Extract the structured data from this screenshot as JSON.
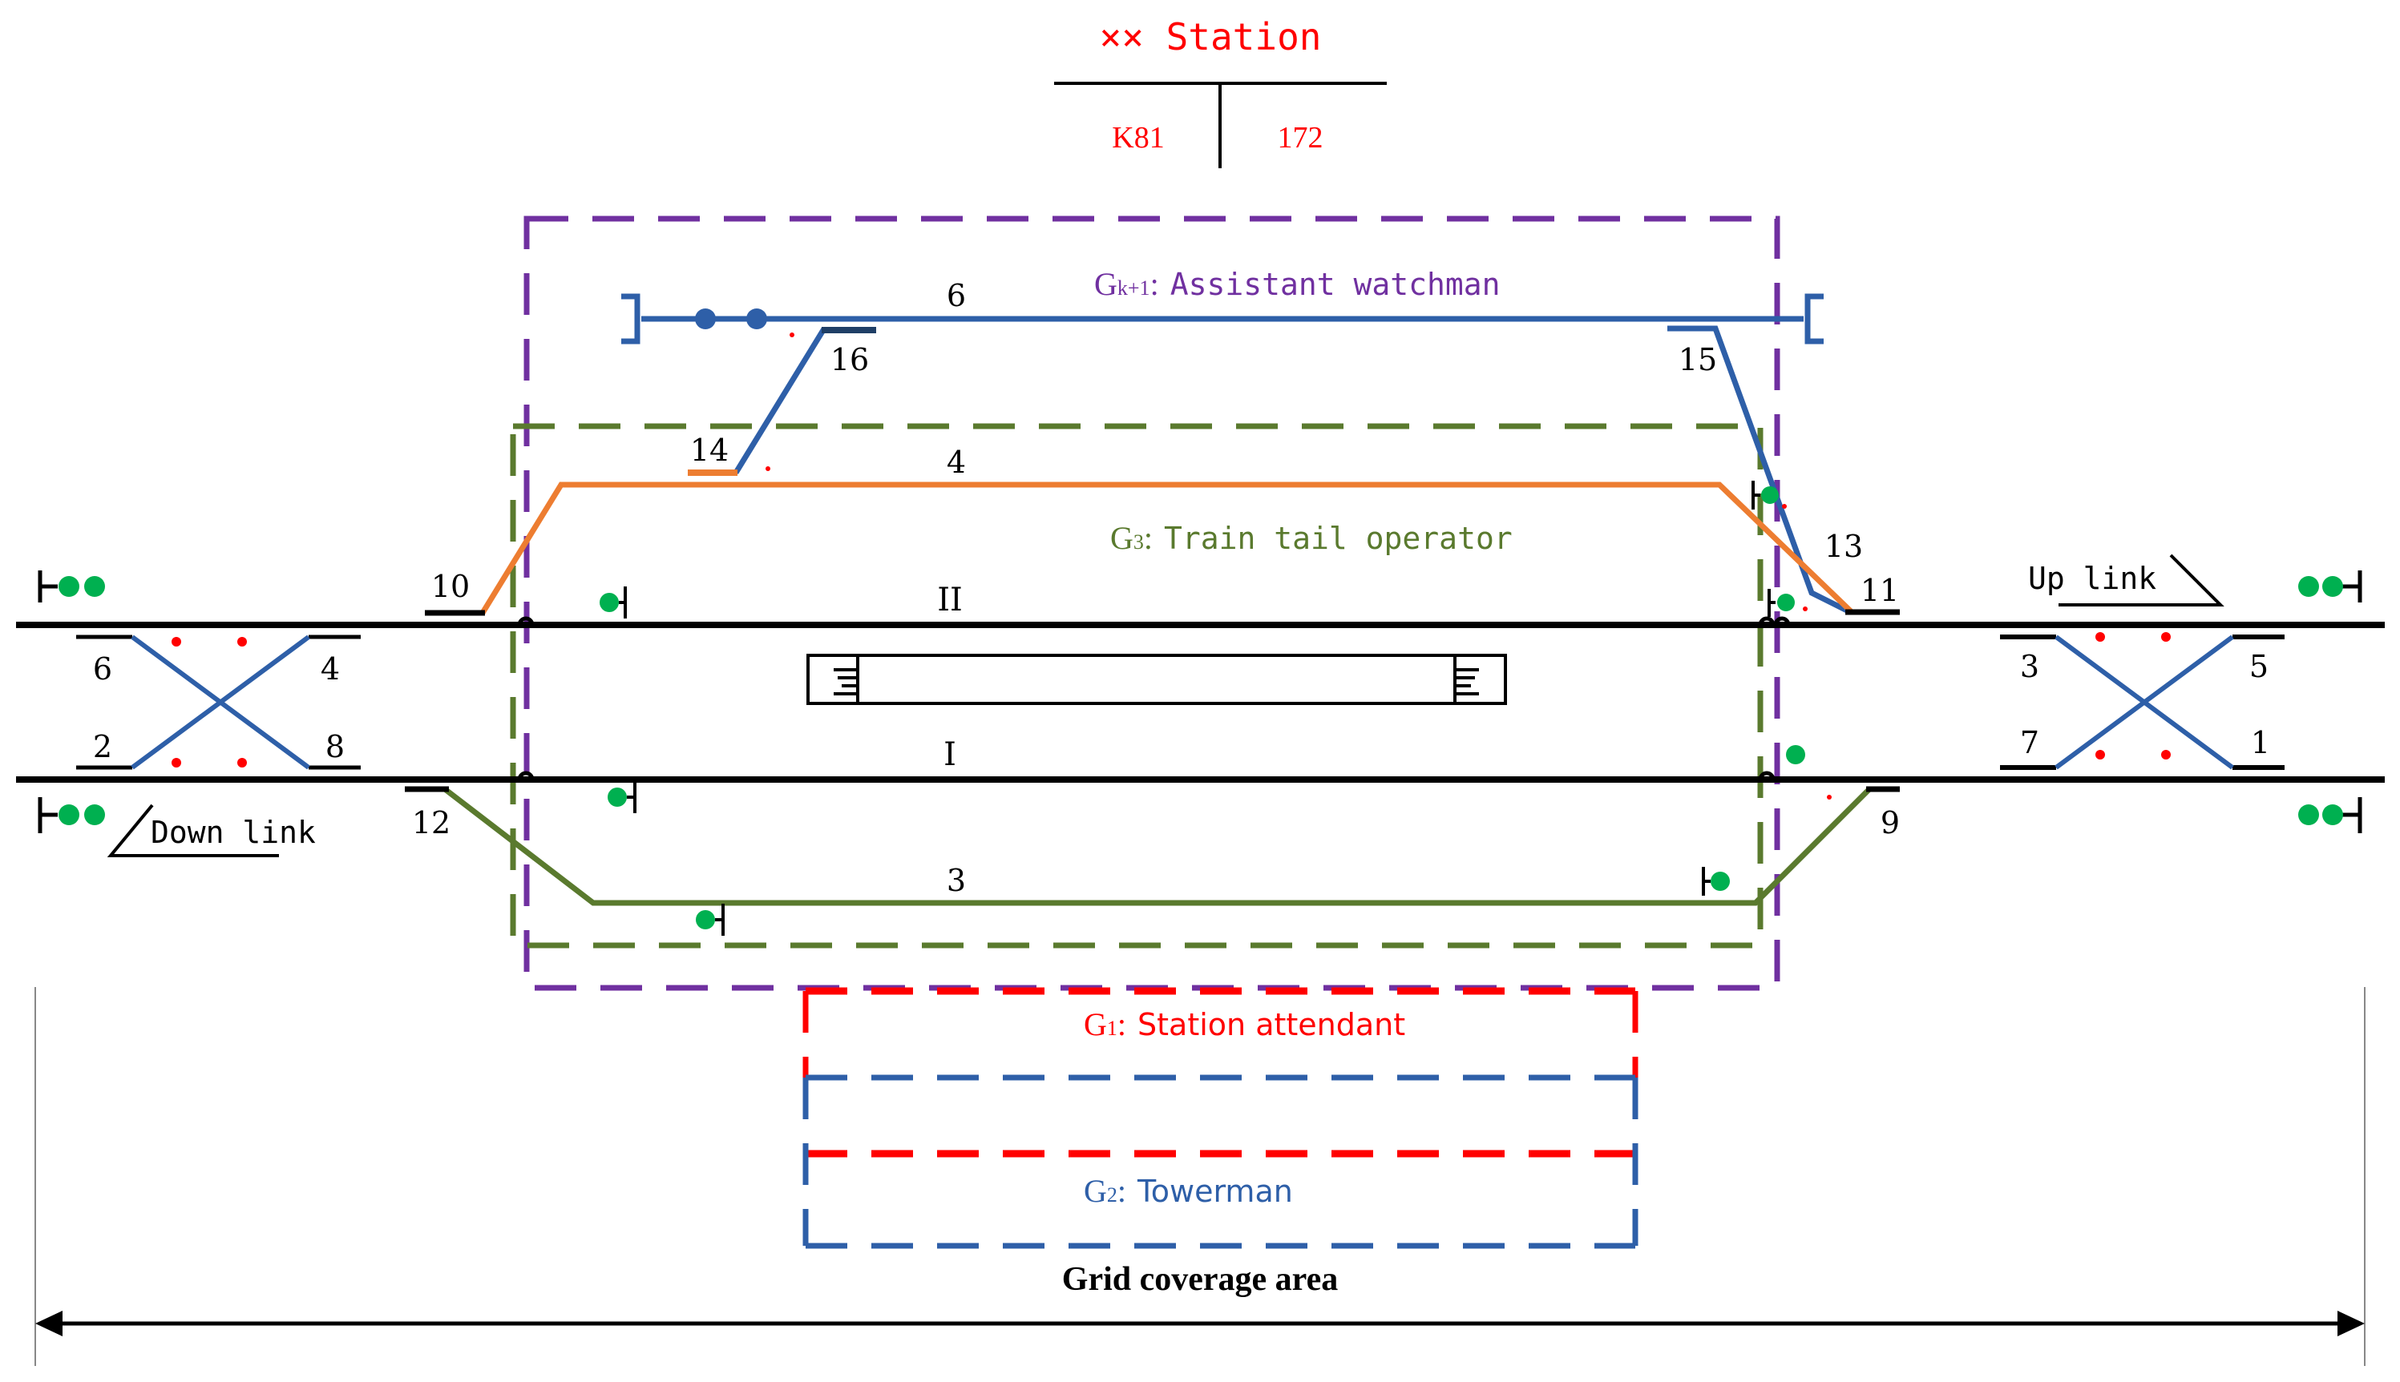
{
  "station": {
    "title": "×× Station",
    "km_left": "K81",
    "km_right": "172"
  },
  "tracks": {
    "track_6": "6",
    "track_4": "4",
    "track_II": "II",
    "track_I": "I",
    "track_3": "3"
  },
  "switches": {
    "s1": "1",
    "s2": "2",
    "s3": "3",
    "s4": "4",
    "s5": "5",
    "s6": "6",
    "s7": "7",
    "s8": "8",
    "s9": "9",
    "s10": "10",
    "s11": "11",
    "s12": "12",
    "s13": "13",
    "s14": "14",
    "s15": "15",
    "s16": "16"
  },
  "links": {
    "down": "Down link",
    "up": "Up link"
  },
  "groups": {
    "gk1": {
      "prefix": "G",
      "sub": "k+1",
      "sep": ":",
      "label": "Assistant watchman",
      "color": "#7030a0"
    },
    "g3": {
      "prefix": "G",
      "sub": "3",
      "sep": ":",
      "label": "Train tail operator",
      "color": "#5a7a2e"
    },
    "g1": {
      "prefix": "G",
      "sub": "1",
      "sep": ":",
      "label": "Station attendant",
      "color": "#ff0000"
    },
    "g2": {
      "prefix": "G",
      "sub": "2",
      "sep": ":",
      "label": "Towerman",
      "color": "#2e5fa8"
    }
  },
  "coverage": {
    "label": "Grid coverage area"
  },
  "colors": {
    "track": "#000000",
    "track6": "#2e5fa8",
    "track4": "#ed7d31",
    "track3": "#5a7a2e",
    "signal": "#00b050",
    "marker": "#ff0000",
    "title": "#ff0000"
  }
}
